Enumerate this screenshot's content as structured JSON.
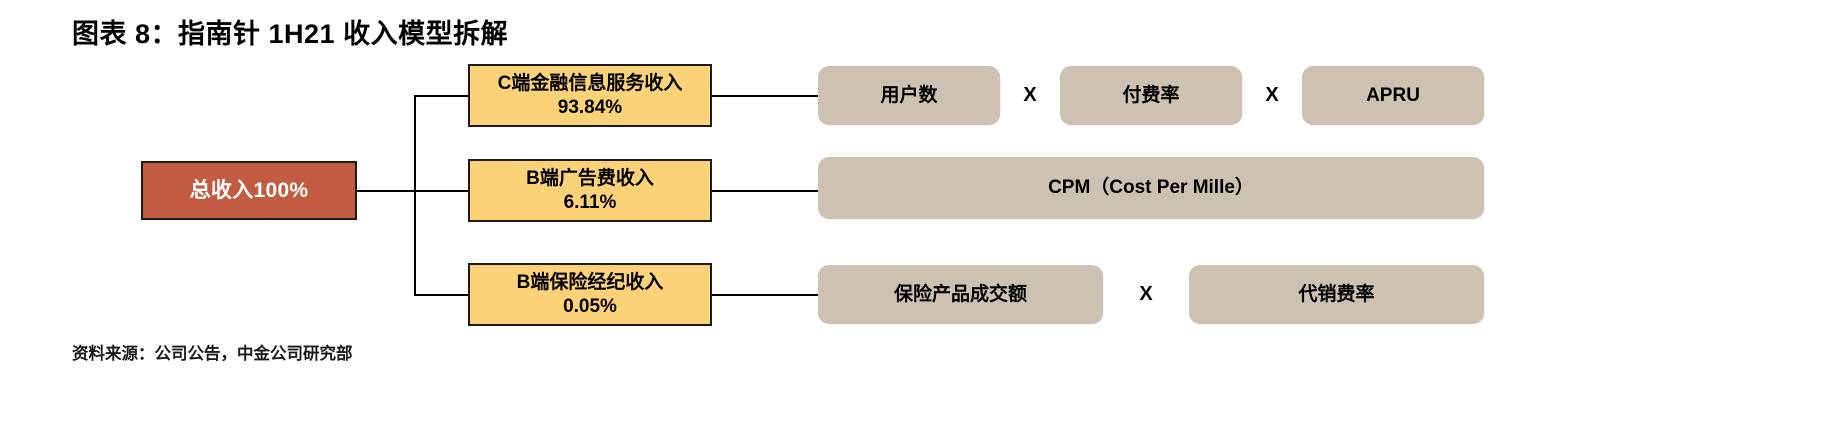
{
  "title": "图表 8：指南针 1H21 收入模型拆解",
  "source": "资料来源：公司公告，中金公司研究部",
  "colors": {
    "root_fill": "#c15c43",
    "mid_fill": "#fbd277",
    "leaf_fill": "#cdc2b2",
    "border": "#1a1a1a",
    "root_text": "#ffffff",
    "body_text": "#000000",
    "background": "#ffffff"
  },
  "root": {
    "label": "总收入100%"
  },
  "branches": [
    {
      "id": "c-end",
      "title": "C端金融信息服务收入",
      "share": "93.84%",
      "drivers": [
        {
          "label": "用户数"
        },
        {
          "label": "付费率"
        },
        {
          "label": "APRU"
        }
      ],
      "operators": [
        "X",
        "X"
      ]
    },
    {
      "id": "b-end-ads",
      "title": "B端广告费收入",
      "share": "6.11%",
      "drivers": [
        {
          "label": "CPM（Cost Per Mille）"
        }
      ],
      "operators": []
    },
    {
      "id": "b-end-insurance",
      "title": "B端保险经纪收入",
      "share": "0.05%",
      "drivers": [
        {
          "label": "保险产品成交额"
        },
        {
          "label": "代销费率"
        }
      ],
      "operators": [
        "X"
      ]
    }
  ]
}
